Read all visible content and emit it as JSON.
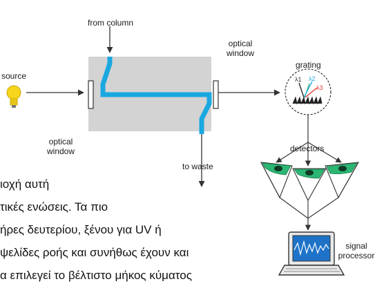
{
  "labels": {
    "from_column": "from column",
    "source": "source",
    "optical_window_top": "optical\nwindow",
    "optical_window_bottom": "optical\nwindow",
    "to_waste": "to waste",
    "grating": "grating",
    "lambda_1": "λ1",
    "lambda_2": "λ2",
    "lambda_3": "λ3",
    "detectors": "detectors",
    "signal_processor": "signal\nprocessor"
  },
  "text_lines": [
    "ιοχή   αυτή",
    "τικές  ενώσεις.  Τα  πιο",
    "ήρες  δευτερίου,  ξένου  για  UV  ή",
    "ψελίδες ροής και συνήθως έχουν και",
    "α επιλεγεί το βέλτιστο μήκος κύματος"
  ],
  "colors": {
    "flow_path": "#1aa8e0",
    "cell_body": "#d3d3d3",
    "detector_green": "#2bb673",
    "bulb_yellow": "#f7d51d",
    "arrow": "#333333"
  },
  "icons": [
    "bulb-icon",
    "grating-icon",
    "detector-icon",
    "laptop-icon"
  ]
}
